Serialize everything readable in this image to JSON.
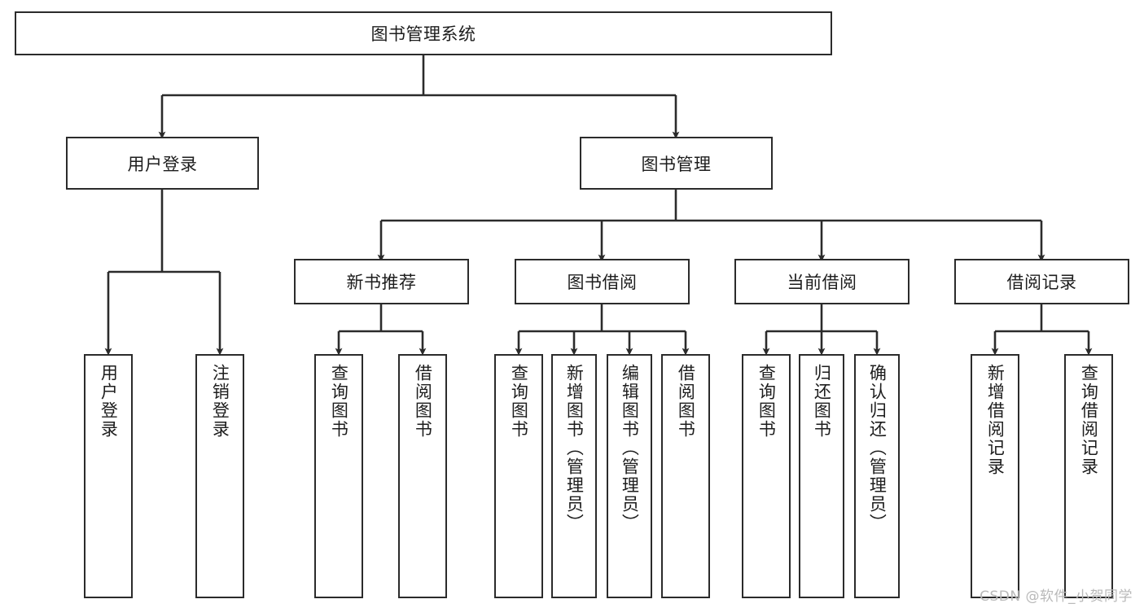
{
  "diagram": {
    "title": "图书管理系统",
    "type": "hierarchy-tree",
    "style": {
      "background": "#ffffff",
      "border_color": "#2b2b2b",
      "text_color": "#1d1d1d",
      "watermark_color": "#b9b9b9"
    },
    "levels": {
      "root": {
        "label": "图书管理系统"
      },
      "level1": [
        {
          "label": "用户登录"
        },
        {
          "label": "图书管理"
        }
      ],
      "level2": [
        {
          "label": "新书推荐"
        },
        {
          "label": "图书借阅"
        },
        {
          "label": "当前借阅"
        },
        {
          "label": "借阅记录"
        }
      ],
      "leaves": {
        "user_login": [
          {
            "label": "用户登录"
          },
          {
            "label": "注销登录"
          }
        ],
        "new_book_recommend": [
          {
            "label": "查询图书"
          },
          {
            "label": "借阅图书"
          }
        ],
        "book_borrow": [
          {
            "label": "查询图书"
          },
          {
            "label": "新增图书（管理员）"
          },
          {
            "label": "编辑图书（管理员）"
          },
          {
            "label": "借阅图书"
          }
        ],
        "current_borrow": [
          {
            "label": "查询图书"
          },
          {
            "label": "归还图书"
          },
          {
            "label": "确认归还（管理员）"
          }
        ],
        "borrow_record": [
          {
            "label": "新增借阅记录"
          },
          {
            "label": "查询借阅记录"
          }
        ]
      }
    },
    "watermark": "CSDN @软件_小贺同学"
  }
}
